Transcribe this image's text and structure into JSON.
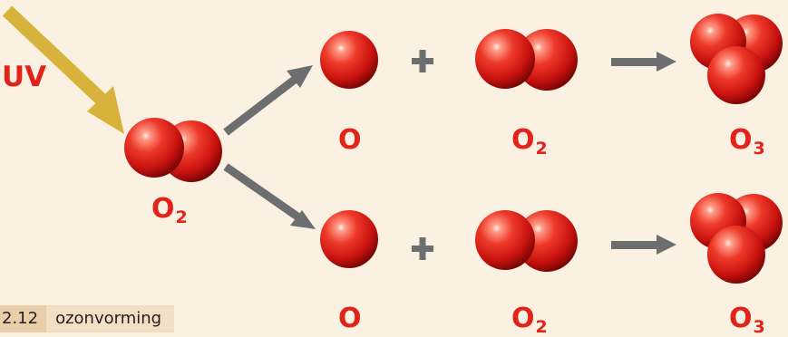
{
  "figure": {
    "uv_label": "UV",
    "input_molecule": {
      "symbol": "O",
      "subscript": "2"
    },
    "rows": [
      {
        "atom_label": "O",
        "plus": "+",
        "molecule_label": {
          "symbol": "O",
          "subscript": "2"
        },
        "product_label": {
          "symbol": "O",
          "subscript": "3"
        }
      },
      {
        "atom_label": "O",
        "plus": "+",
        "molecule_label": {
          "symbol": "O",
          "subscript": "2"
        },
        "product_label": {
          "symbol": "O",
          "subscript": "3"
        }
      }
    ]
  },
  "caption": {
    "number": "2.12",
    "text": "ozonvorming"
  },
  "colors": {
    "background": "#fbf1e2",
    "atom_red": "#e2231a",
    "arrow_gray": "#6d6e70",
    "uv_arrow": "#d8b33c",
    "label_red": "#e2231a"
  }
}
